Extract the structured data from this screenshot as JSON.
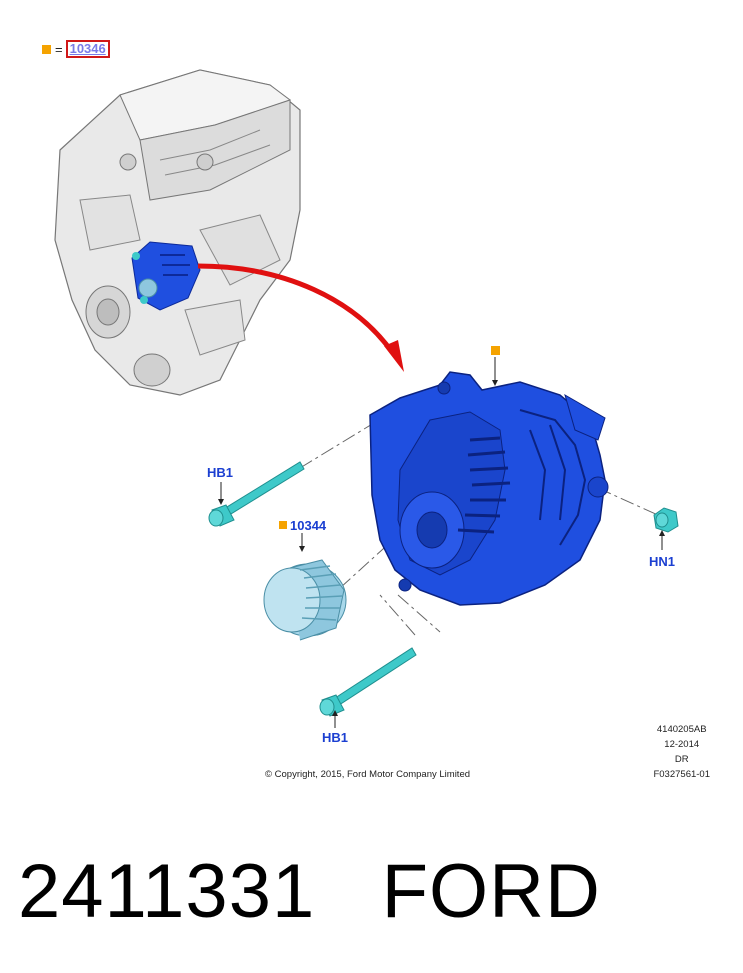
{
  "legend": {
    "ref": "10346"
  },
  "callouts": {
    "hb1_top": "HB1",
    "pulley": "10344",
    "hn1": "HN1",
    "hb1_bottom": "HB1"
  },
  "copyright": "© Copyright, 2015, Ford Motor Company Limited",
  "meta": {
    "line1": "4140205AB",
    "line2": "12-2014",
    "line3": "DR",
    "line4": "F0327561-01"
  },
  "footer": {
    "part_number": "2411331",
    "brand": "FORD"
  },
  "colors": {
    "alternator": "#1f4fe0",
    "fastener": "#3ec9c9",
    "pulley": "#8ec7de",
    "arrow": "#e01010",
    "marker": "#f5a300",
    "callout_text": "#1b3fd1"
  }
}
